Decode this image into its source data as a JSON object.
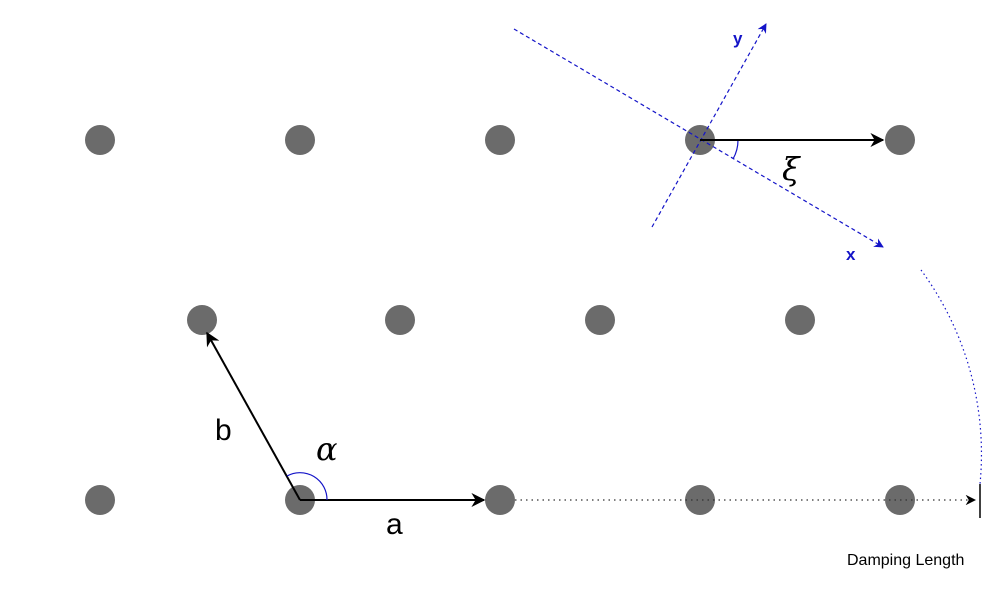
{
  "labels": {
    "vector_a": "a",
    "vector_b": "b",
    "angle_alpha": "α",
    "angle_xi": "ξ",
    "axis_x": "x",
    "axis_y": "y",
    "damping_length": "Damping Length"
  },
  "colors": {
    "atom": "#6b6b6b",
    "vector": "#000000",
    "axis": "#1414c8"
  }
}
